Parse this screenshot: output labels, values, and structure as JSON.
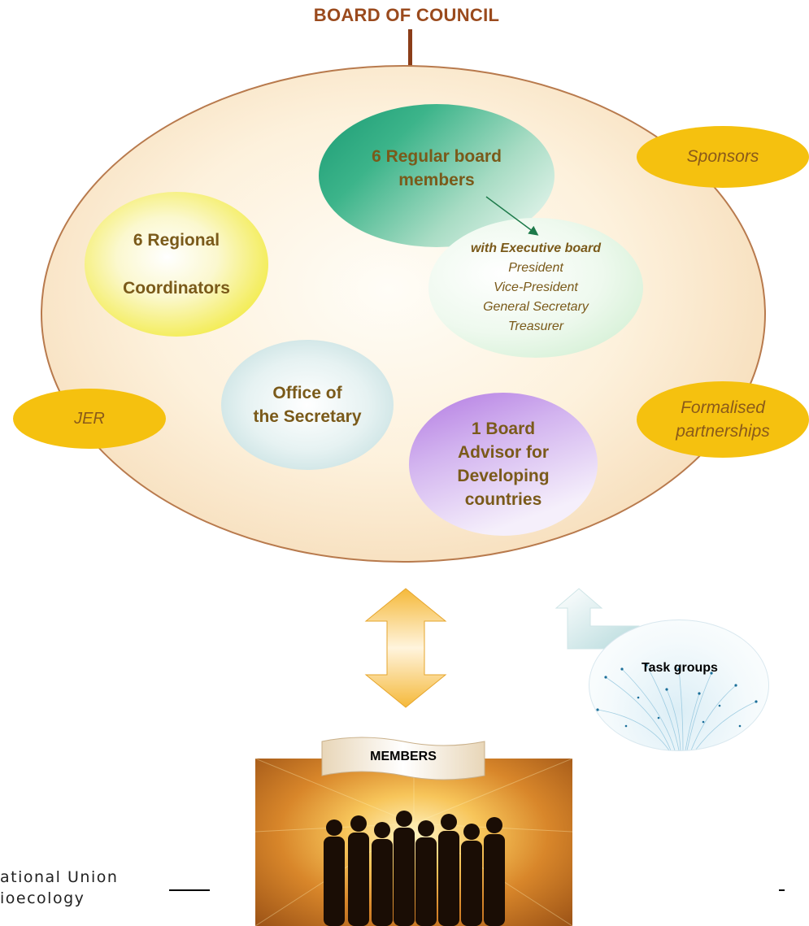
{
  "title": "BOARD OF COUNCIL",
  "regular_board": {
    "line1": "6 Regular board",
    "line2": "members"
  },
  "executive_board": {
    "heading": "with Executive board",
    "roles": [
      "President",
      "Vice-President",
      "General Secretary",
      "Treasurer"
    ]
  },
  "regional": {
    "line1": "6 Regional",
    "line2": "Coordinators"
  },
  "office": {
    "line1": "Office of",
    "line2": "the Secretary"
  },
  "advisor": {
    "lines": [
      "1 Board",
      "Advisor for",
      "Developing",
      "countries"
    ]
  },
  "sponsors": "Sponsors",
  "jer": "JER",
  "partnerships": {
    "line1": "Formalised",
    "line2": "partnerships"
  },
  "task_groups": "Task groups",
  "members": "MEMBERS",
  "logo": {
    "line1": "ational Union",
    "line2": "ioecology"
  },
  "colors": {
    "title": "#9a4a1d",
    "side_labels": "#f5c10f",
    "text_brown": "#7a5a1a",
    "arrow_orange": "#f1b43c"
  }
}
